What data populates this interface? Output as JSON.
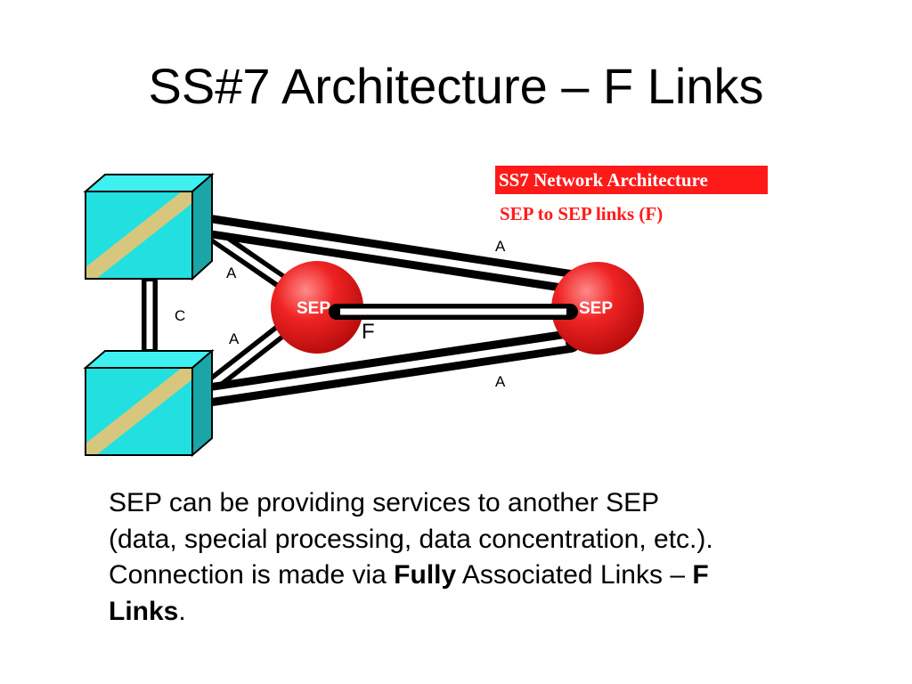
{
  "slide": {
    "title": "SS#7 Architecture – F Links"
  },
  "diagram": {
    "legend_title": "SS7 Network Architecture",
    "legend_subtitle": "SEP to SEP links  (F)",
    "colors": {
      "stp_face": "#22e0e0",
      "stp_side": "#1aa6a6",
      "stp_stripe": "#d7c77e",
      "sep_fill": "#e81e1e",
      "legend_red": "#ff1a1a"
    },
    "nodes": [
      {
        "id": "stp-top",
        "type": "STP",
        "label": ""
      },
      {
        "id": "stp-bottom",
        "type": "STP",
        "label": ""
      },
      {
        "id": "sep-left",
        "type": "SEP",
        "label": "SEP"
      },
      {
        "id": "sep-right",
        "type": "SEP",
        "label": "SEP"
      }
    ],
    "links": [
      {
        "from": "stp-top",
        "to": "stp-bottom",
        "label": "C"
      },
      {
        "from": "stp-top",
        "to": "sep-left",
        "label": "A"
      },
      {
        "from": "stp-bottom",
        "to": "sep-left",
        "label": "A"
      },
      {
        "from": "stp-top",
        "to": "sep-right",
        "label": "A"
      },
      {
        "from": "stp-bottom",
        "to": "sep-right",
        "label": "A"
      },
      {
        "from": "sep-left",
        "to": "sep-right",
        "label": "F"
      }
    ]
  },
  "body": {
    "line1": "SEP can be providing services to another SEP",
    "line2": "(data, special processing, data concentration, etc.).",
    "line3_prefix": "Connection is made via ",
    "line3_bold": "Fully",
    "line3_mid": " Associated Links – ",
    "line3_bold2": "F",
    "line4_bold": "Links",
    "line4_suffix": "."
  }
}
